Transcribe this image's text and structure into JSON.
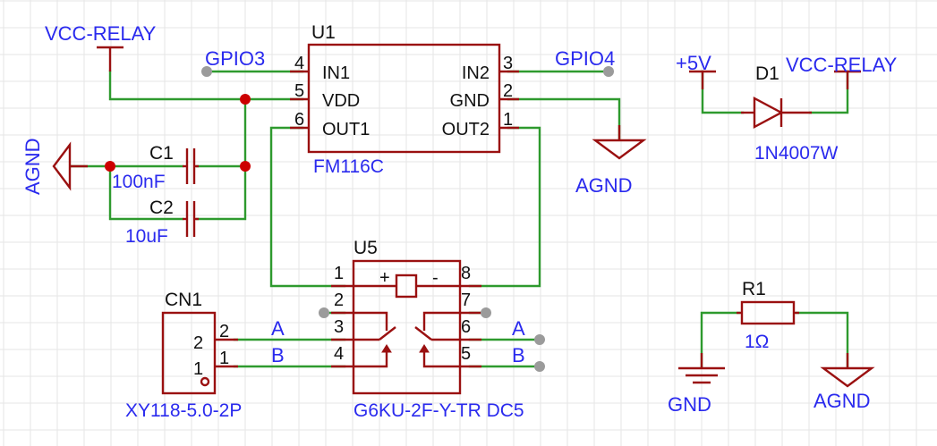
{
  "net_labels": {
    "vcc_relay_left": "VCC-RELAY",
    "vcc_relay_right": "VCC-RELAY",
    "gpio3": "GPIO3",
    "gpio4": "GPIO4",
    "plus5v": "+5V",
    "agnd_left": "AGND",
    "agnd_center": "AGND",
    "agnd_right": "AGND",
    "gnd": "GND",
    "a_left": "A",
    "b_left": "B",
    "a_right": "A",
    "b_right": "B"
  },
  "u1": {
    "designator": "U1",
    "value": "FM116C",
    "pins": [
      {
        "num": "4",
        "name": "IN1"
      },
      {
        "num": "5",
        "name": "VDD"
      },
      {
        "num": "6",
        "name": "OUT1"
      },
      {
        "num": "3",
        "name": "IN2"
      },
      {
        "num": "2",
        "name": "GND"
      },
      {
        "num": "1",
        "name": "OUT2"
      }
    ]
  },
  "u5": {
    "designator": "U5",
    "value": "G6KU-2F-Y-TR DC5",
    "coil_plus": "+",
    "coil_minus": "-",
    "pins_left": [
      "1",
      "2",
      "3",
      "4"
    ],
    "pins_right": [
      "8",
      "7",
      "6",
      "5"
    ]
  },
  "cn1": {
    "designator": "CN1",
    "value": "XY118-5.0-2P",
    "pins": [
      "2",
      "1"
    ],
    "inner_labels": [
      "2",
      "1"
    ]
  },
  "c1": {
    "designator": "C1",
    "value": "100nF"
  },
  "c2": {
    "designator": "C2",
    "value": "10uF"
  },
  "d1": {
    "designator": "D1",
    "value": "1N4007W"
  },
  "r1": {
    "designator": "R1",
    "value": "1Ω"
  }
}
